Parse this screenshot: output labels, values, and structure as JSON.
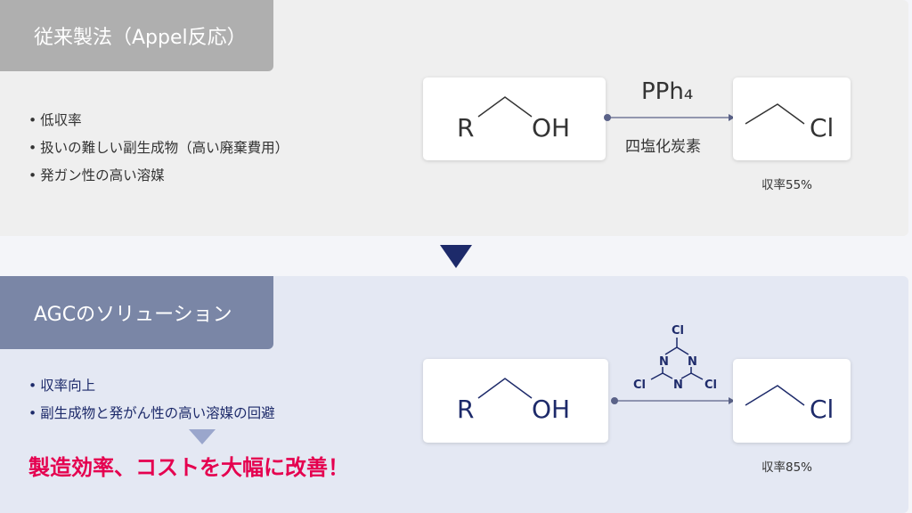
{
  "conventional": {
    "title": "従来製法（Appel反応）",
    "bullets": [
      "低収率",
      "扱いの難しい副生成物（高い廃棄費用）",
      "発ガン性の高い溶媒"
    ],
    "reactant_r": "R",
    "reactant_oh": "OH",
    "reagent": "PPh₄",
    "solvent": "四塩化炭素",
    "product": "Cl",
    "yield": "収率55%"
  },
  "agc": {
    "title": "AGCのソリューション",
    "bullets": [
      "収率向上",
      "副生成物と発がん性の高い溶媒の回避"
    ],
    "conclusion": "製造効率、コストを大幅に改善！",
    "reactant_r": "R",
    "reactant_oh": "OH",
    "reagent_atoms": {
      "cl": "Cl",
      "n": "N"
    },
    "product": "Cl",
    "yield": "収率85%"
  },
  "colors": {
    "navy": "#1d2a6a",
    "accent": "#e5004f"
  }
}
